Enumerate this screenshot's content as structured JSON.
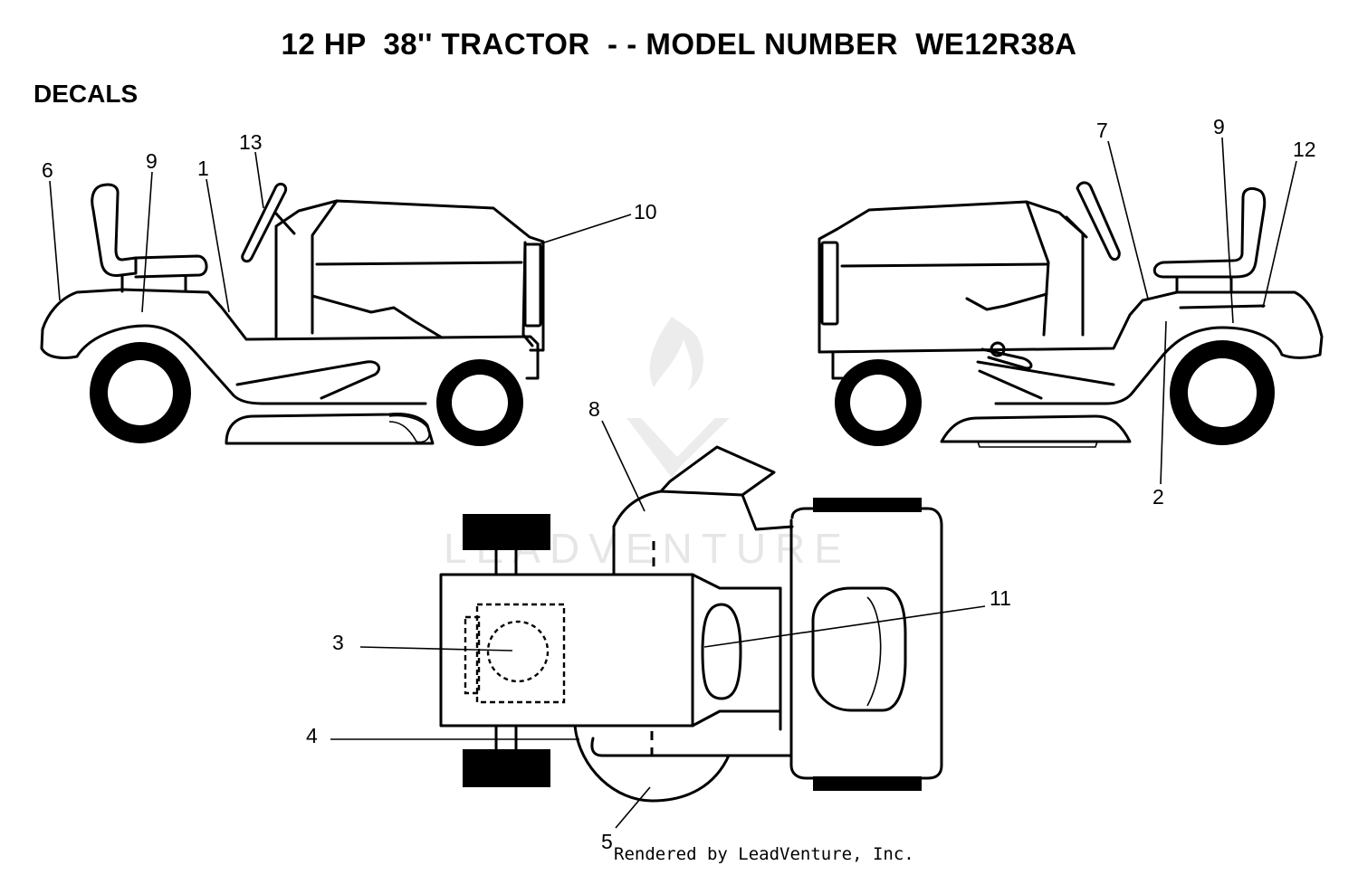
{
  "title": "12 HP  38'' TRACTOR  - - MODEL NUMBER  WE12R38A",
  "section": "DECALS",
  "watermark": {
    "text": "LEADVENTURE",
    "color": "#e6e6e6"
  },
  "credit": "Rendered by LeadVenture, Inc.",
  "callouts": {
    "left_view": {
      "c1": "1",
      "c6": "6",
      "c9": "9",
      "c10": "10",
      "c13": "13"
    },
    "right_view": {
      "c2": "2",
      "c7": "7",
      "c9": "9",
      "c12": "12"
    },
    "top_view": {
      "c3": "3",
      "c4": "4",
      "c5": "5",
      "c8": "8",
      "c11": "11"
    }
  },
  "colors": {
    "line": "#000000",
    "tire": "#000000",
    "background": "#ffffff"
  }
}
